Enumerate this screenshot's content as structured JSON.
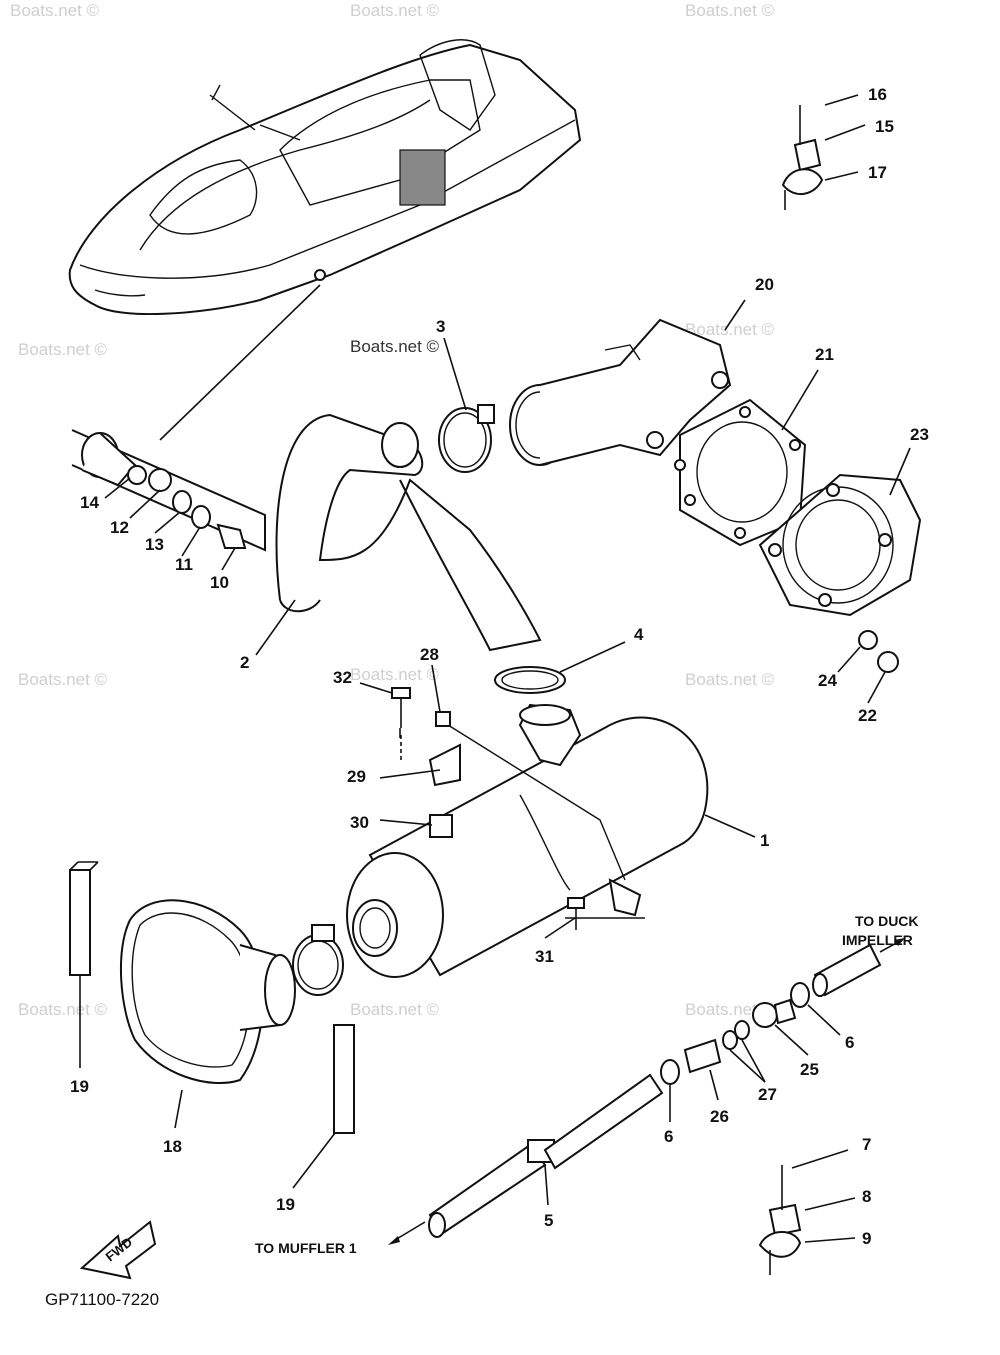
{
  "diagram_code": "GP71100-7220",
  "watermark": "Boats.net ©",
  "watermark_clear": "Boats.net ©",
  "fwd_label": "FWD",
  "notes": {
    "to_duck_impeller_line1": "TO DUCK",
    "to_duck_impeller_line2": "IMPELLER",
    "to_muffler": "TO MUFFLER 1"
  },
  "part_labels": {
    "p1": "1",
    "p2": "2",
    "p3": "3",
    "p4": "4",
    "p5": "5",
    "p6a": "6",
    "p6b": "6",
    "p7": "7",
    "p8": "8",
    "p9": "9",
    "p10": "10",
    "p11": "11",
    "p12": "12",
    "p13": "13",
    "p14": "14",
    "p15": "15",
    "p16": "16",
    "p17": "17",
    "p18": "18",
    "p19a": "19",
    "p19b": "19",
    "p20": "20",
    "p21": "21",
    "p22": "22",
    "p23": "23",
    "p24": "24",
    "p25": "25",
    "p26": "26",
    "p27": "27",
    "p28": "28",
    "p29": "29",
    "p30": "30",
    "p31": "31",
    "p32": "32"
  }
}
